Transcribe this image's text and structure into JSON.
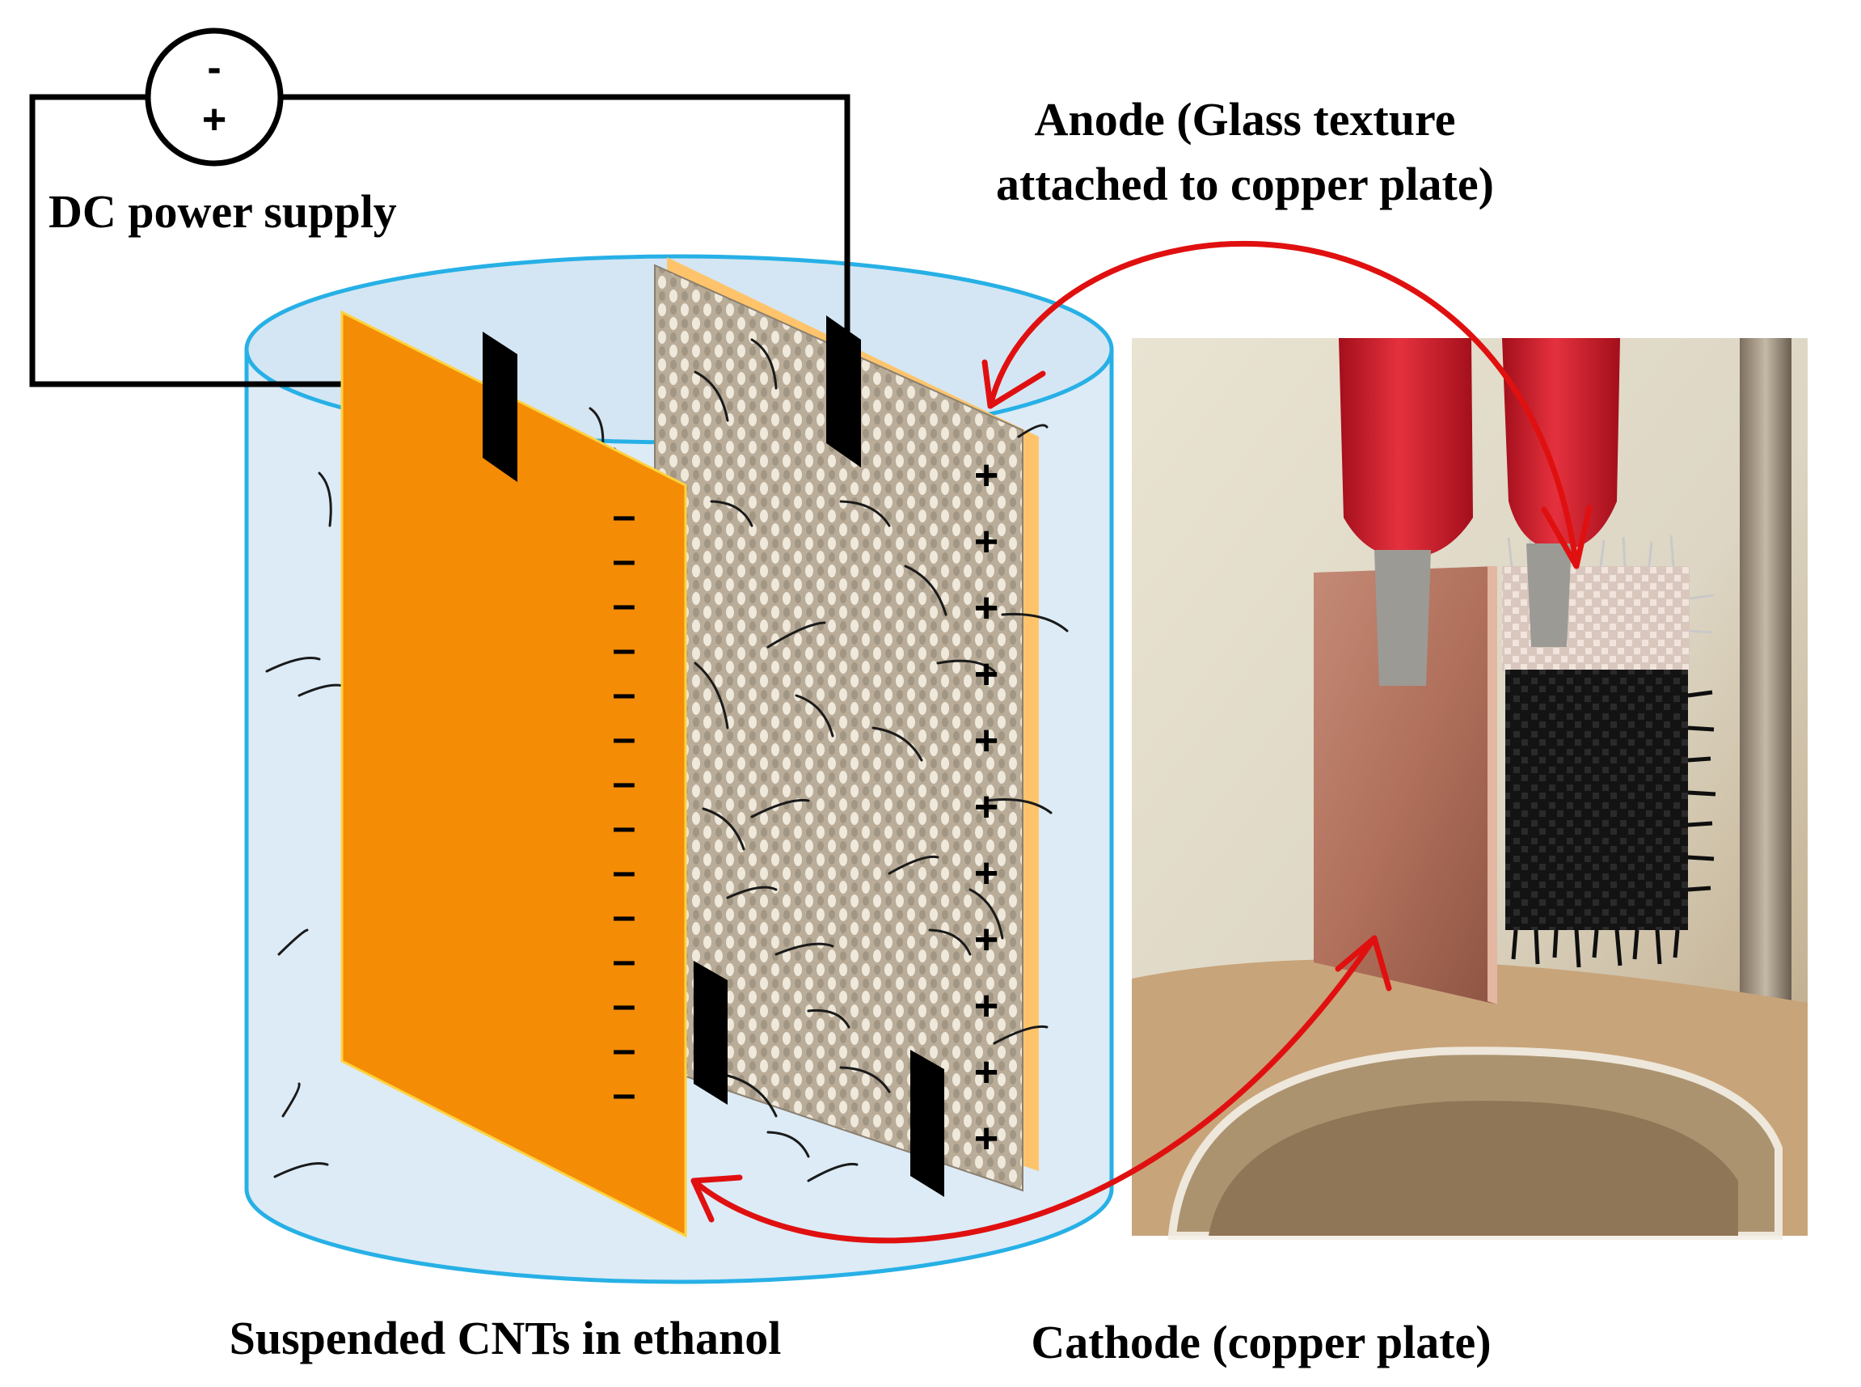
{
  "labels": {
    "dc_power_supply": "DC power supply",
    "anode_line1": "Anode (Glass texture",
    "anode_line2": "attached to copper plate)",
    "suspended_cnts": "Suspended CNTs in ethanol",
    "cathode": "Cathode (copper plate)"
  },
  "power_supply_signs": {
    "negative": "-",
    "positive": "+"
  },
  "electrode_signs": {
    "cathode_sign": "–",
    "anode_sign": "+"
  },
  "colors": {
    "cathode_plate": "#f48c06",
    "anode_backing": "#ffc46b",
    "glass_fabric": "#c9bca8",
    "electrolyte": "#dcebf6",
    "container_outline": "#27b0e6",
    "arrow": "#e01010",
    "clip": "#d81e2a",
    "cnt_coated": "#111111"
  }
}
